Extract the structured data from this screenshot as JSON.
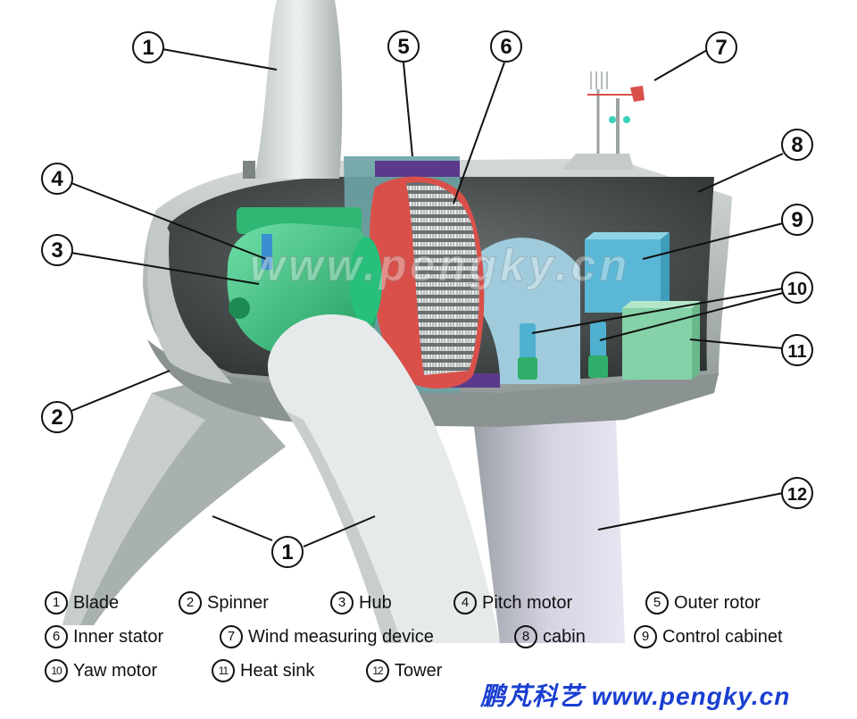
{
  "diagram": {
    "subject": "Direct-drive wind turbine nacelle cutaway",
    "watermark": "www.pengky.cn",
    "brand": "鹏芃科艺 www.pengky.cn",
    "colors": {
      "hub": "#3fc98a",
      "outer_rotor_ring": "#d9504a",
      "magnet_band": "#5b3a8c",
      "control_cabinet": "#5ab8d6",
      "heat_sink": "#86d2a8",
      "yaw_motor": "#4fb0d0",
      "cabin_interior": "#4a4e4e",
      "cabin_shell": "#c9cdcd",
      "blade": "#d8dcdc",
      "brand_text": "#1a3fd0"
    },
    "callouts": [
      {
        "id": "1",
        "label": "1"
      },
      {
        "id": "1b",
        "label": "1"
      },
      {
        "id": "2",
        "label": "2"
      },
      {
        "id": "3",
        "label": "3"
      },
      {
        "id": "4",
        "label": "4"
      },
      {
        "id": "5",
        "label": "5"
      },
      {
        "id": "6",
        "label": "6"
      },
      {
        "id": "7",
        "label": "7"
      },
      {
        "id": "8",
        "label": "8"
      },
      {
        "id": "9",
        "label": "9"
      },
      {
        "id": "10",
        "label": "10"
      },
      {
        "id": "11",
        "label": "11"
      },
      {
        "id": "12",
        "label": "12"
      }
    ],
    "legend": [
      {
        "num": "1",
        "text": "Blade"
      },
      {
        "num": "2",
        "text": "Spinner"
      },
      {
        "num": "3",
        "text": "Hub"
      },
      {
        "num": "4",
        "text": "Pitch motor"
      },
      {
        "num": "5",
        "text": "Outer rotor"
      },
      {
        "num": "6",
        "text": "Inner stator"
      },
      {
        "num": "7",
        "text": "Wind measuring device"
      },
      {
        "num": "8",
        "text": "cabin"
      },
      {
        "num": "9",
        "text": "Control cabinet"
      },
      {
        "num": "10",
        "text": "Yaw motor"
      },
      {
        "num": "11",
        "text": "Heat sink"
      },
      {
        "num": "12",
        "text": "Tower"
      }
    ]
  }
}
